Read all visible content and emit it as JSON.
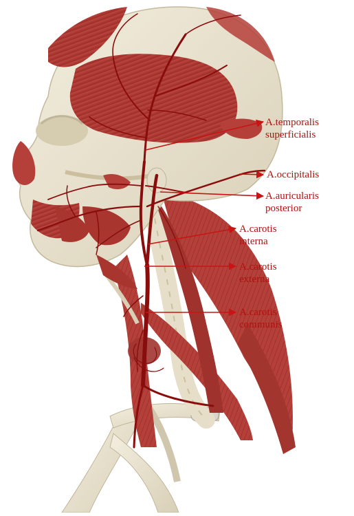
{
  "figure": {
    "background": "#ffffff",
    "colors": {
      "bone": "#e9e2cf",
      "bone_shadow": "#cfc6ad",
      "muscle": "#b5403a",
      "muscle_dark": "#8e2622",
      "artery": "#8a0d0d",
      "label": "#b01010",
      "leader_line": "#c81414"
    }
  },
  "labels": [
    {
      "id": "temporalis-superficialis",
      "lines": [
        "A.temporalis",
        "superficialis"
      ]
    },
    {
      "id": "occipitalis",
      "lines": [
        "A.occipitalis"
      ]
    },
    {
      "id": "auricularis-posterior",
      "lines": [
        "A.auricularis",
        "posterior"
      ]
    },
    {
      "id": "carotis-interna",
      "lines": [
        "A.carotis",
        "interna"
      ]
    },
    {
      "id": "carotis-externa",
      "lines": [
        "A.carotis",
        "externa"
      ]
    },
    {
      "id": "carotis-communis",
      "lines": [
        "A.carotis",
        "communis"
      ]
    }
  ]
}
